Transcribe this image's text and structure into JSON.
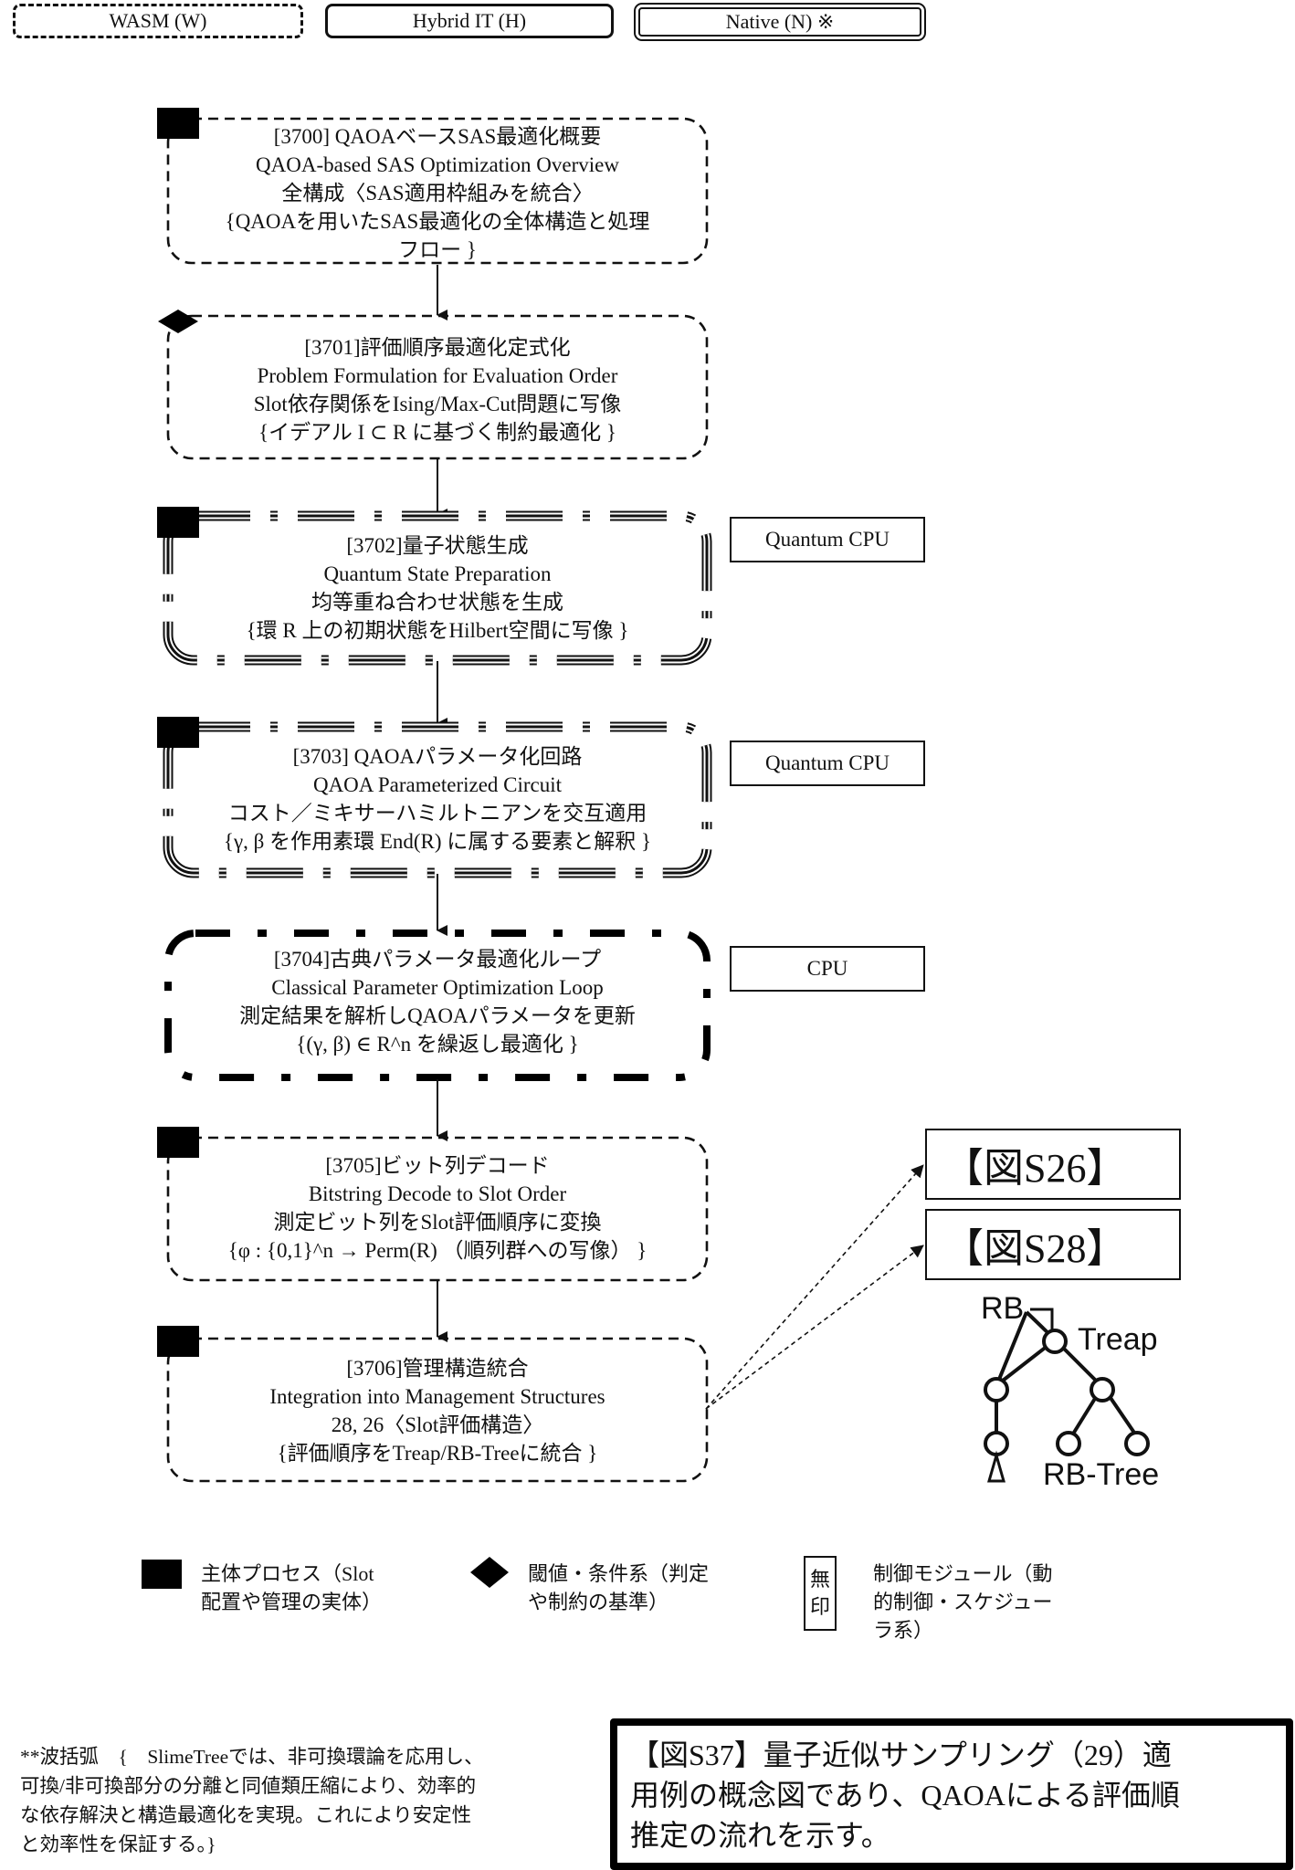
{
  "modes": [
    {
      "label": "WASM (W)",
      "style": "dashed"
    },
    {
      "label": "Hybrid IT (H)",
      "style": "solid"
    },
    {
      "label": "Native (N) ※",
      "style": "double"
    }
  ],
  "steps": [
    {
      "id": "3700",
      "marker": "square",
      "border": "dashed",
      "lines": [
        "[3700] QAOAベースSAS最適化概要",
        "QAOA-based SAS Optimization Overview",
        "全構成〈SAS適用枠組みを統合〉",
        "{QAOAを用いたSAS最適化の全体構造と処理",
        "フロー }"
      ]
    },
    {
      "id": "3701",
      "marker": "diamond",
      "border": "dashed",
      "lines": [
        "[3701]評価順序最適化定式化",
        "Problem Formulation for Evaluation Order",
        "Slot依存関係をIsing/Max-Cut問題に写像",
        "{イデアル I ⊂ R に基づく制約最適化 }"
      ]
    },
    {
      "id": "3702",
      "marker": "square",
      "border": "triple-dash-dot",
      "side_label": "Quantum CPU",
      "lines": [
        "[3702]量子状態生成",
        "Quantum State Preparation",
        "均等重ね合わせ状態を生成",
        "{環 R 上の初期状態をHilbert空間に写像 }"
      ]
    },
    {
      "id": "3703",
      "marker": "square",
      "border": "triple-dash-dot",
      "side_label": "Quantum CPU",
      "lines": [
        "[3703] QAOAパラメータ化回路",
        "QAOA Parameterized Circuit",
        "コスト／ミキサーハミルトニアンを交互適用",
        "{γ, β を作用素環 End(R) に属する要素と解釈 }"
      ]
    },
    {
      "id": "3704",
      "marker": "none",
      "border": "thick-dash-dot",
      "side_label": "CPU",
      "lines": [
        "[3704]古典パラメータ最適化ループ",
        "Classical Parameter Optimization Loop",
        "測定結果を解析しQAOAパラメータを更新",
        "{(γ, β) ∈ R^n を繰返し最適化 }"
      ]
    },
    {
      "id": "3705",
      "marker": "square",
      "border": "dashed",
      "lines": [
        "[3705]ビット列デコード",
        "Bitstring Decode to Slot Order",
        "測定ビット列をSlot評価順序に変換",
        "{φ : {0,1}^n → Perm(R) （順列群への写像） }"
      ]
    },
    {
      "id": "3706",
      "marker": "square",
      "border": "dashed",
      "lines": [
        "[3706]管理構造統合",
        "Integration into Management Structures",
        "28, 26〈Slot評価構造〉",
        "{評価順序をTreap/RB-Treeに統合 }"
      ]
    }
  ],
  "refs": [
    {
      "label": "【図S26】"
    },
    {
      "label": "【図S28】"
    }
  ],
  "tree": {
    "label_rb": "RB",
    "label_treap": "Treap",
    "label_rbtree": "RB-Tree"
  },
  "legend": {
    "square_text_1": "主体プロセス（Slot",
    "square_text_2": "配置や管理の実体）",
    "diamond_text_1": "閾値・条件系（判定",
    "diamond_text_2": "や制約の基準）",
    "stamp_char_1": "無",
    "stamp_char_2": "印",
    "stamp_text_1": "制御モジュール（動",
    "stamp_text_2": "的制御・スケジュー",
    "stamp_text_3": "ラ系）"
  },
  "footnote": [
    "**波括弧　{　SlimeTreeでは、非可換環論を応用し、",
    "可換/非可換部分の分離と同値類圧縮により、効率的",
    "な依存解決と構造最適化を実現。これにより安定性",
    "と効率性を保証する。}"
  ],
  "caption": [
    "【図S37】量子近似サンプリング（29）適",
    "用例の概念図であり、QAOAによる評価順",
    "推定の流れを示す。"
  ]
}
